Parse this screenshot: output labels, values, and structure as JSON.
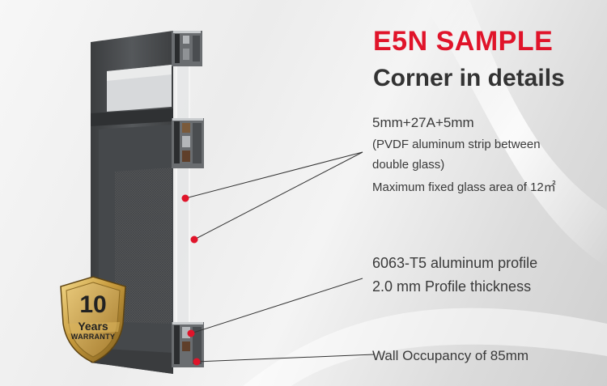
{
  "heading": {
    "title": "E5N SAMPLE",
    "subtitle": "Corner in details"
  },
  "specs": {
    "glass_config": "5mm+27A+5mm",
    "glass_note_line1": "(PVDF aluminum strip between",
    "glass_note_line2": "double glass)",
    "glass_area": "Maximum fixed glass area of 12㎡",
    "profile_material": "6063-T5 aluminum profile",
    "profile_thickness": "2.0 mm Profile thickness",
    "wall_occupancy": "Wall Occupancy of 85mm"
  },
  "badge": {
    "number": "10",
    "unit": "Years",
    "label": "WARRANTY"
  },
  "colors": {
    "accent_red": "#e0142a",
    "title_dark": "#333333",
    "frame": "#4a4c4e",
    "gold": "#c79a3c"
  }
}
